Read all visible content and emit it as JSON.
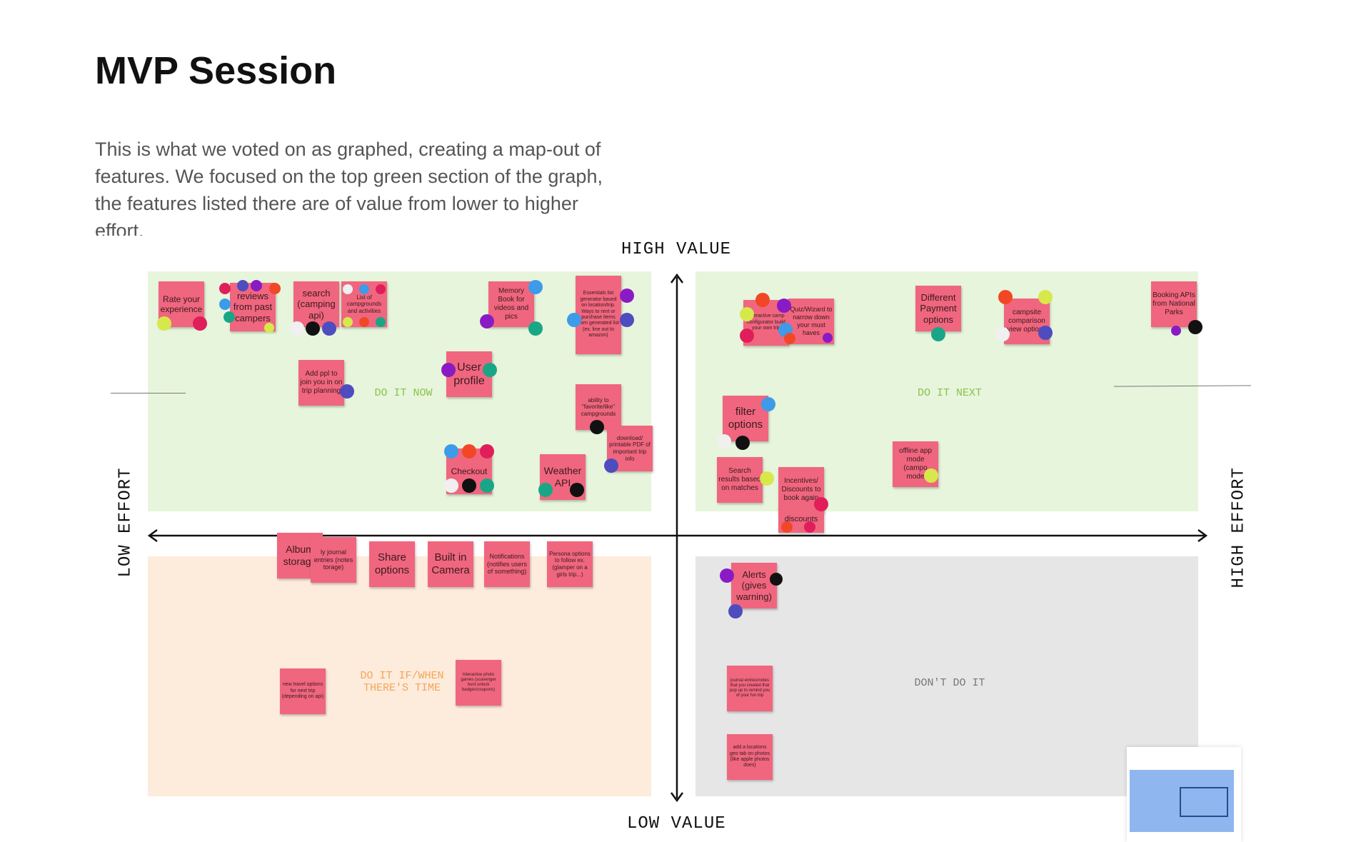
{
  "page": {
    "title": "MVP Session",
    "description": "This is what we voted on as graphed, creating a map-out of features. We focused on the top green section of the graph, the features listed there are of value from lower to higher effort."
  },
  "axes": {
    "top": "HIGH VALUE",
    "bottom": "LOW VALUE",
    "left": "LOW EFFORT",
    "right": "HIGH EFFORT"
  },
  "quadrants": {
    "do_it_now": "DO IT NOW",
    "do_it_next": "DO IT NEXT",
    "do_it_if_time": "DO IT IF/WHEN\nTHERE'S TIME",
    "dont_do_it": "DON'T DO IT"
  },
  "colors": {
    "sticky": "#f0667f",
    "green_quadrant": "#e7f5dc",
    "orange_quadrant": "#fdebdb",
    "grey_quadrant": "#e6e6e6",
    "label_green": "#8bc34a",
    "label_orange": "#f2a65a",
    "label_grey": "#777777"
  },
  "stickies": [
    {
      "text": "Rate your experience"
    },
    {
      "text": "reviews from past campers"
    },
    {
      "text": "search (camping api)"
    },
    {
      "text": "List of campgrounds and activities"
    },
    {
      "text": "Memory Book for videos and pics"
    },
    {
      "text": "Essentials list generator based on location/trip. Ways to rent or purchase items from generated list (ex. line out to amazon)"
    },
    {
      "text": "Add ppl to join you in on trip planning"
    },
    {
      "text": "User profile"
    },
    {
      "text": "ability to \"favorite/like\" campgrounds"
    },
    {
      "text": "download/ printable PDF of important trip info"
    },
    {
      "text": "Checkout"
    },
    {
      "text": "Weather API"
    },
    {
      "text": "Interactive camp configurator build your own trip"
    },
    {
      "text": "Quiz/Wizard to narrow down your must haves"
    },
    {
      "text": "Different Payment options"
    },
    {
      "text": "campsite comparison view options"
    },
    {
      "text": "Booking APIs from National Parks"
    },
    {
      "text": "filter options"
    },
    {
      "text": "Search results based on matches"
    },
    {
      "text": "Incentives/ Discounts to book again"
    },
    {
      "text": "discounts"
    },
    {
      "text": "offline app mode (campo mode"
    },
    {
      "text": "Album storage"
    },
    {
      "text": "ly journal entries (notes torage)"
    },
    {
      "text": "Share options"
    },
    {
      "text": "Built in Camera"
    },
    {
      "text": "Notifications (notifies users of something)"
    },
    {
      "text": "Persona options to follow ex. (glamper on a girls trip...)"
    },
    {
      "text": "Alerts (gives warning)"
    },
    {
      "text": "new travel options for next trip (depending on api)"
    },
    {
      "text": "Interactive photo games (scavenger hunt unlock badges/coupons)"
    },
    {
      "text": "journal entries/notes that you created that pop up to remind you of your fun trip"
    },
    {
      "text": "add a locations geo tab on photos (like apple photos does)"
    }
  ]
}
